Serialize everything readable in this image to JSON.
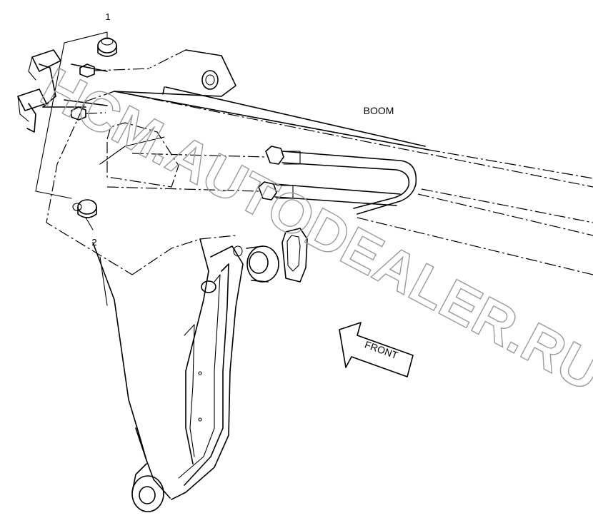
{
  "callouts": {
    "item_1": "1",
    "item_2": "2"
  },
  "labels": {
    "boom": "BOOM",
    "front": "FRONT"
  },
  "watermark": "HCM.AUTODEALER.RU",
  "colors": {
    "line": "#000000",
    "watermark_outline": "#9a9a9a",
    "background": "#ffffff"
  }
}
